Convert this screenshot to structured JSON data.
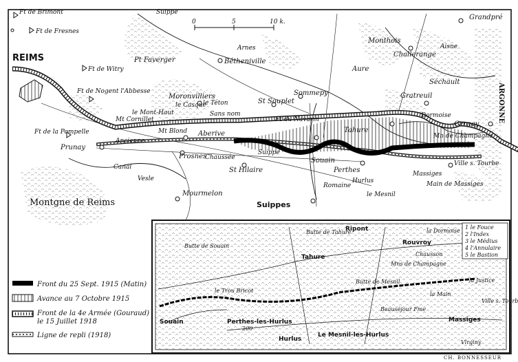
{
  "scale": {
    "ticks": [
      "0",
      "5",
      "10 k."
    ]
  },
  "places": {
    "ft_brimont": "Ft de Brimont",
    "ft_fresnes": "Ft de Fresnes",
    "reims": "REIMS",
    "ft_witry": "Ft de Witry",
    "ft_nogent": "Ft de Nogent l'Abbesse",
    "ft_pompelle": "Ft de la Pompelle",
    "prunay": "Prunay",
    "prosnes": "Prosnes",
    "mont_reims": "Montgne de Reims",
    "mourmelon": "Mourmelon",
    "st_hilaire": "St Hilaire",
    "suippes": "Suippes",
    "pt_faverger": "Pt Faverger",
    "betheniville": "Bétheniville",
    "arnes": "Arnes",
    "suippe": "Suippe",
    "moronvilliers": "Moronvilliers",
    "le_casque": "le Casque",
    "le_teton": "le Téton",
    "le_mont_haut": "le Mont-Haut",
    "mt_cornillet": "Mt Cornillet",
    "sans_nom": "Sans nom",
    "mt_blond": "Mt Blond",
    "aberive": "Aberive",
    "st_souplet": "St Souplet",
    "sommepy": "Sommepy",
    "navarin": "Ft du Navarin",
    "tahure": "Tahure",
    "souain": "Souain",
    "perthes": "Perthes",
    "hurlus": "Hurlus",
    "le_mesnil": "le Mesnil",
    "massiges": "Massiges",
    "main_massiges": "Main de Massiges",
    "ville_tourbe": "Ville s. Tourbe",
    "cernay": "Cernay",
    "mn_champagne": "Mn de Champagne",
    "dormoise": "Dormoise",
    "gratreuil": "Gratreuil",
    "sechault": "Séchault",
    "aure": "Aure",
    "challerange": "Challerange",
    "monthois": "Monthois",
    "grandpre": "Grandpré",
    "argonne": "ARGONNE",
    "aisne": "Aisne",
    "vesle": "Vesle",
    "canal": "Canal",
    "ancienne": "Ancienne",
    "chaussee": "Chaussée",
    "romaine": "Romaine",
    "suippe_r": "Suippe"
  },
  "legend": {
    "items": [
      {
        "label": "Front du 25 Sept. 1915 (Matin)"
      },
      {
        "label": "Avance au 7 Octobre 1915"
      },
      {
        "label": "Front de la 4e Armée (Gouraud)",
        "label2": "le 15 Juillet 1918"
      },
      {
        "label": "Ligne de repli (1918)"
      }
    ]
  },
  "inset": {
    "list": [
      "1 le Fouce",
      "2 l'Index",
      "3 le Médius",
      "4 l'Annulaire",
      "5 le Bastion"
    ],
    "places": {
      "butte_tahure": "Butte de Tahure",
      "tahure": "Tahure",
      "ripont": "Ripont",
      "rouvroy": "Rouvroy",
      "chausson": "Chausson",
      "mn_champagne": "Mns de Champagne",
      "butte_souain": "Butte de Souain",
      "butte_mesnil": "Butte de Mesnil",
      "la_justice": "la Justice",
      "la_main": "la Main",
      "le_trou_bricot": "le Trou Bricot",
      "beausejour": "Beauséjour Fme",
      "massiges": "Massiges",
      "ville_tourbe": "Ville s. Tourbe",
      "souain": "Souain",
      "perthes": "Perthes-les-Hurlus",
      "hurlus": "Hurlus",
      "le_mesnil": "Le Mesnil-les-Hurlus",
      "virginy": "Virginy",
      "dormoise": "la Dormoise",
      "cote200": "200"
    }
  },
  "signature": "CH. BONNESSEUR"
}
